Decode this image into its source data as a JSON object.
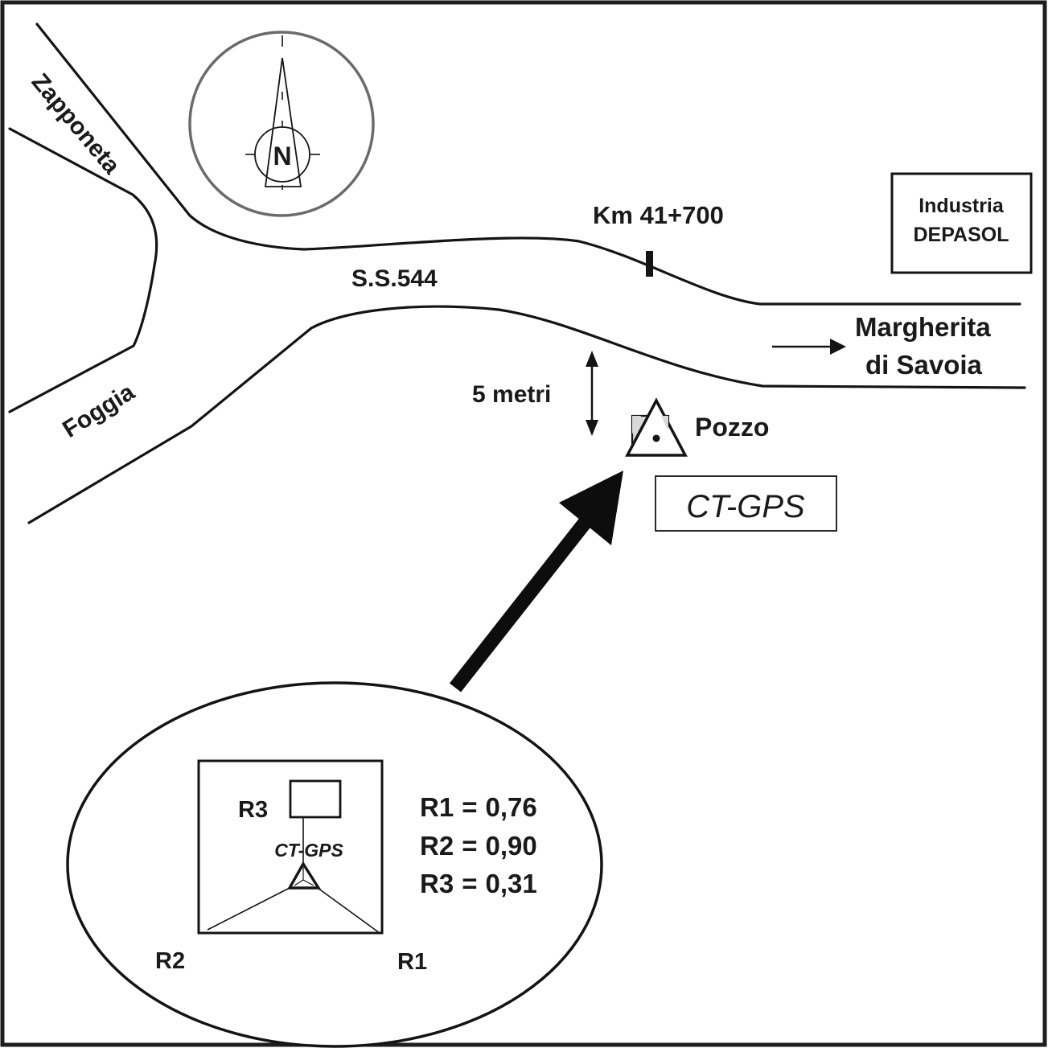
{
  "map": {
    "roads": {
      "left_upper": "Zapponeta",
      "left_lower": "Foggia",
      "main": "S.S.544",
      "destination_line1": "Margherita",
      "destination_line2": "di Savoia"
    },
    "milestone": "Km 41+700",
    "industry": {
      "line1": "Industria",
      "line2": "DEPASOL"
    },
    "distance_label": "5 metri",
    "well_label": "Pozzo",
    "instrument_label": "CT-GPS",
    "compass_letter": "N",
    "colors": {
      "ink": "#141414",
      "compass_ring": "#6b6b6b",
      "well_fill": "#d9d9d9"
    }
  },
  "inset": {
    "instrument_label": "CT-GPS",
    "points": {
      "r1": "R1",
      "r2": "R2",
      "r3": "R3"
    },
    "values": [
      {
        "name": "R1",
        "equals": "=",
        "value": "0,76"
      },
      {
        "name": "R2",
        "equals": "=",
        "value": "0,90"
      },
      {
        "name": "R3",
        "equals": "=",
        "value": "0,31"
      }
    ]
  }
}
